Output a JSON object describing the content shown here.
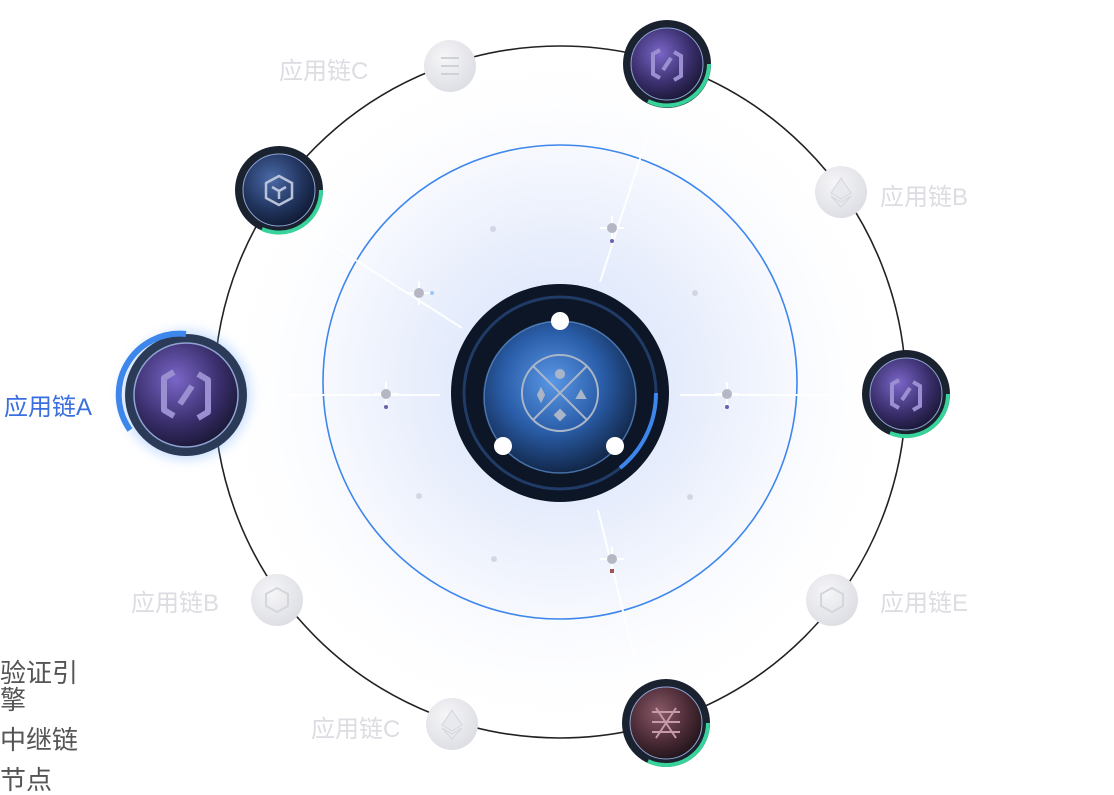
{
  "chains": {
    "active_label": "应用链A",
    "top_left_label": "应用链C",
    "right_top_label": "应用链B",
    "left_bottom_label": "应用链B",
    "right_bottom_label": "应用链E",
    "bottom_label": "应用链C"
  },
  "legend": {
    "verification_engine": "验证引擎",
    "relay_chain": "中继链",
    "node": "节点"
  },
  "colors": {
    "accent_blue": "#3a6fe0",
    "ring_blue": "#3d86ec",
    "progress_green": "#38d39a",
    "hub_dark": "#0d1626"
  },
  "icons": {
    "hub": "mask-x-icon",
    "chain_a": "chainx-logo-icon",
    "chain_b": "ethereum-icon",
    "chain_c": "grid-mesh-icon",
    "chain_e": "cube-icon"
  }
}
